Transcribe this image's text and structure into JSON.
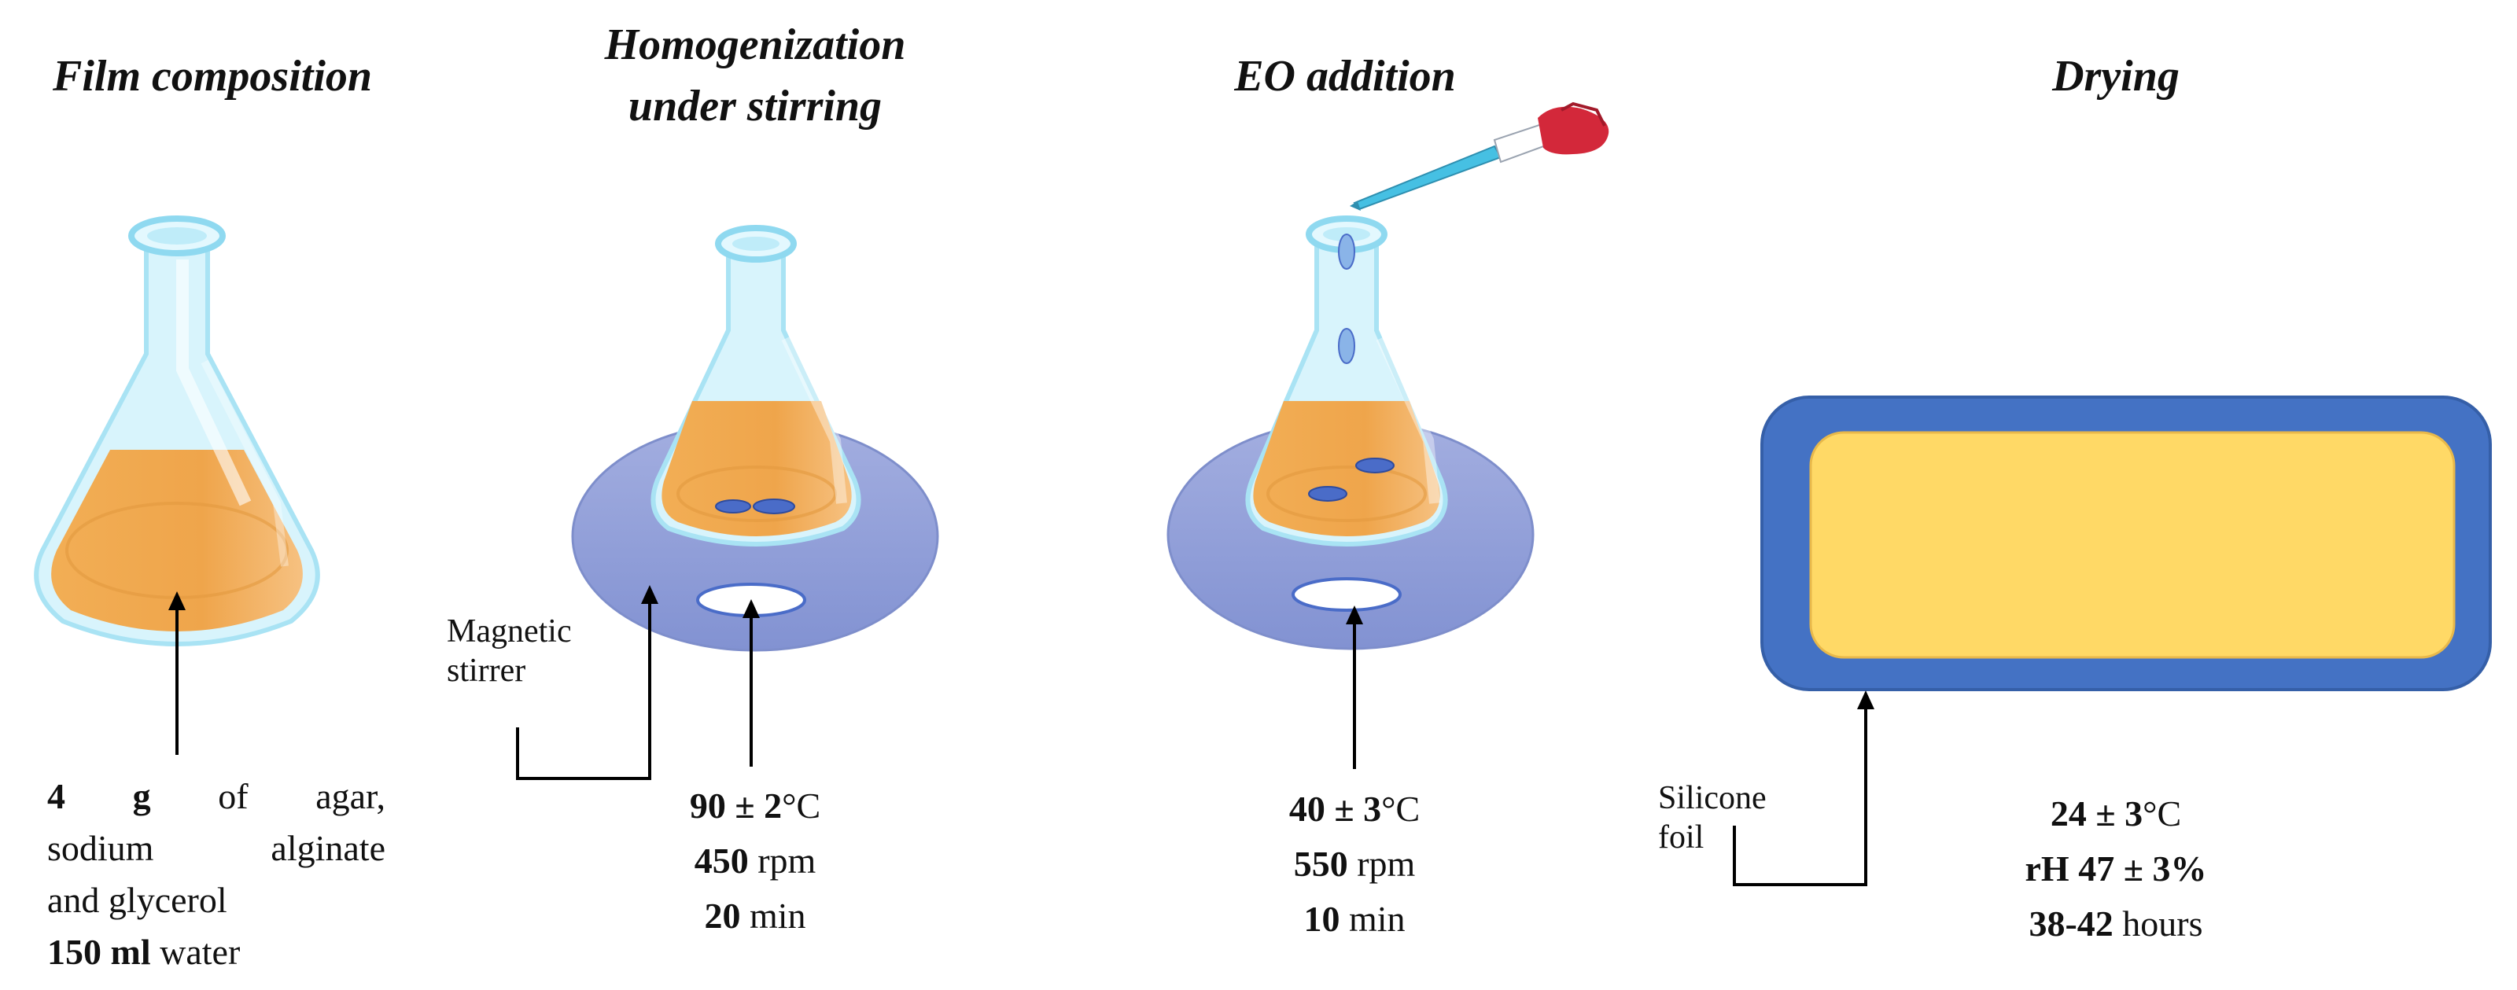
{
  "steps": [
    {
      "title": "Film composition",
      "lines": {
        "l1_bold1": "4",
        "l1_bold2": "g",
        "l1_w1": "of",
        "l1_w2": "agar,",
        "l2_w1": "sodium",
        "l2_w2": "alginate",
        "l3": "and glycerol",
        "l4_bold": "150 ml",
        "l4_rest": " water"
      }
    },
    {
      "title_line1": "Homogenization",
      "title_line2": "under stirring",
      "stirrer_label_line1": "Magnetic",
      "stirrer_label_line2": "stirrer",
      "temp_bold": "90 ± 2",
      "temp_unit": "°C",
      "speed_bold": "450",
      "speed_unit": " rpm",
      "time_bold": "20",
      "time_unit": " min"
    },
    {
      "title": "EO addition",
      "temp_bold": "40 ± 3",
      "temp_unit": "°C",
      "speed_bold": "550",
      "speed_unit": " rpm",
      "time_bold": "10",
      "time_unit": " min"
    },
    {
      "title": "Drying",
      "foil_label_line1": "Silicone",
      "foil_label_line2": "foil",
      "temp_bold": "24 ± 3",
      "temp_unit": "°C",
      "humidity_bold": "rH 47 ± 3%",
      "time_bold": "38-42",
      "time_unit": " hours"
    }
  ],
  "colors": {
    "liquid": "#EFA54B",
    "glass": "#CFF1FB",
    "stirrer_plate": "#8E9CD6",
    "stir_bar": "#4A6CC8",
    "foil": "#4472C4",
    "film": "#FFD966",
    "pipette_bulb": "#D3283A",
    "pipette_tip": "#46C0E3"
  },
  "icons": [
    "erlenmeyer-flask-icon",
    "magnetic-stirrer-icon",
    "pipette-icon",
    "silicone-foil-tray-icon"
  ]
}
